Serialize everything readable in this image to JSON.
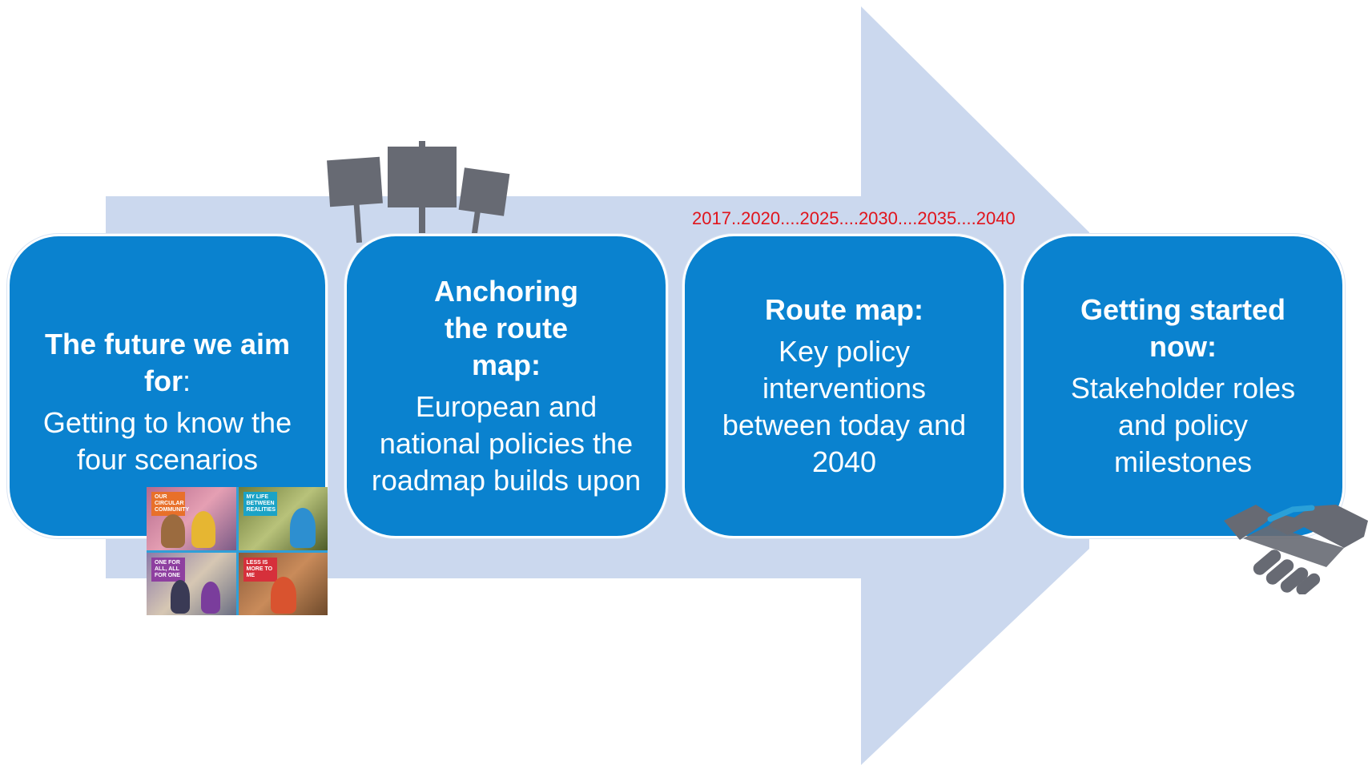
{
  "colors": {
    "arrow": "#CBD8EE",
    "box": "#0A82CF",
    "box_text": "#FFFFFF",
    "timeline": "#E0141C",
    "icon_gray": "#676A73"
  },
  "timeline": "2017..2020....2025....2030....2035....2040",
  "steps": [
    {
      "title": "The future we aim for",
      "title_suffix": ":",
      "body": "Getting to know the four scenarios"
    },
    {
      "title": "Anchoring the route map:",
      "body": "European and national policies the roadmap builds upon"
    },
    {
      "title": "Route map:",
      "body": "Key policy interventions between today and 2040"
    },
    {
      "title": "Getting started now:",
      "body": "Stakeholder roles and policy milestones"
    }
  ],
  "scenario_tiles": [
    {
      "label": "OUR CIRCULAR COMMUNITY",
      "color": "#E8702A"
    },
    {
      "label": "MY LIFE BETWEEN REALITIES",
      "color": "#1BA3C6"
    },
    {
      "label": "ONE FOR ALL, ALL FOR ONE",
      "color": "#8E3FA0"
    },
    {
      "label": "LESS IS MORE TO ME",
      "color": "#D6303B"
    }
  ],
  "icons": [
    "protest-signs-icon",
    "scenario-collage-image",
    "handshake-icon"
  ]
}
